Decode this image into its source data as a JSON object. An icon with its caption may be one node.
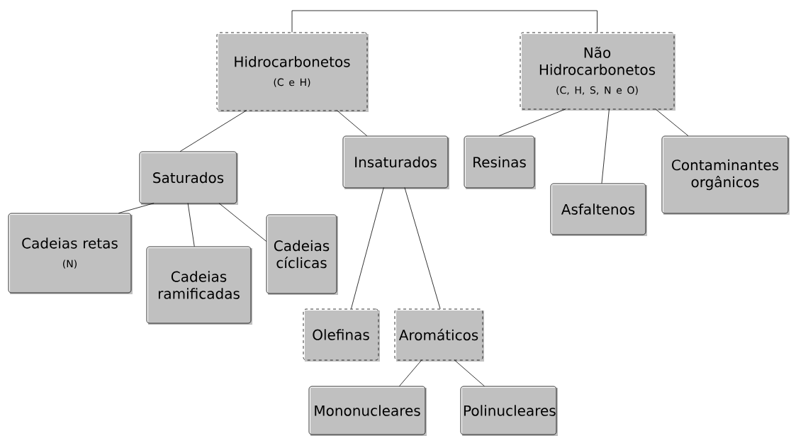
{
  "diagram": {
    "nodes": [
      {
        "text": [
          "Hidrocarbonetos",
          "(C e H)"
        ]
      },
      {
        "text": [
          "Não Hidrocarbonetos",
          "(C, H, S, N e O)"
        ]
      },
      {
        "text": [
          "Saturados"
        ]
      },
      {
        "text": [
          "Insaturados"
        ]
      },
      {
        "text": [
          "Resinas"
        ]
      },
      {
        "text": [
          "Asfaltenos"
        ]
      },
      {
        "text": [
          "Contaminantes orgânicos"
        ]
      },
      {
        "text": [
          "Cadeias retas",
          "(N)"
        ]
      },
      {
        "text": [
          "Cadeias ramificadas"
        ]
      },
      {
        "text": [
          "Cadeias cíclicas"
        ]
      },
      {
        "text": [
          "Olefinas"
        ]
      },
      {
        "text": [
          "Aromáticos"
        ]
      },
      {
        "text": [
          "Mononucleares"
        ]
      },
      {
        "text": [
          "Polinucleares"
        ]
      }
    ],
    "edges": [
      {
        "from": 0,
        "to": 1,
        "arrow": "none"
      },
      {
        "from": 0,
        "to": 2,
        "arrow": "none"
      },
      {
        "from": 0,
        "to": 3,
        "arrow": "none"
      },
      {
        "from": 1,
        "to": 4,
        "arrow": "none"
      },
      {
        "from": 1,
        "to": 5,
        "arrow": "none"
      },
      {
        "from": 1,
        "to": 6,
        "arrow": "none"
      },
      {
        "from": 2,
        "to": 7,
        "arrow": "none"
      },
      {
        "from": 2,
        "to": 8,
        "arrow": "none"
      },
      {
        "from": 2,
        "to": 9,
        "arrow": "none"
      },
      {
        "from": 3,
        "to": 10,
        "arrow": "none"
      },
      {
        "from": 3,
        "to": 11,
        "arrow": "none"
      },
      {
        "from": 11,
        "to": 12,
        "arrow": "none"
      },
      {
        "from": 11,
        "to": 13,
        "arrow": "none"
      }
    ]
  }
}
